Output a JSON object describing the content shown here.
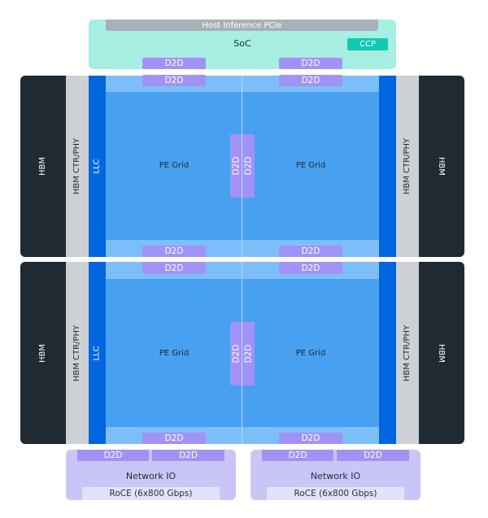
{
  "soc": {
    "pcie_label": "Host Inference PCIe",
    "label": "SoC",
    "ccp_label": "CCP",
    "d2d_left": "D2D",
    "d2d_right": "D2D"
  },
  "dies": [
    {
      "hbm_left": "HBM",
      "phy_left": "HBM CTR/PHY",
      "llc_left": "LLC",
      "pe_left": "PE Grid",
      "pe_right": "PE Grid",
      "phy_right": "HBM CTR/PHY",
      "hbm_right": "HBM",
      "d2d_top_left": "D2D",
      "d2d_top_right": "D2D",
      "d2d_bottom_left": "D2D",
      "d2d_bottom_right": "D2D",
      "d2d_center_a": "D2D",
      "d2d_center_b": "D2D"
    },
    {
      "hbm_left": "HBM",
      "phy_left": "HBM CTR/PHY",
      "llc_left": "LLC",
      "pe_left": "PE Grid",
      "pe_right": "PE Grid",
      "phy_right": "HBM CTR/PHY",
      "hbm_right": "HBM",
      "d2d_top_left": "D2D",
      "d2d_top_right": "D2D",
      "d2d_bottom_left": "D2D",
      "d2d_bottom_right": "D2D",
      "d2d_center_a": "D2D",
      "d2d_center_b": "D2D"
    }
  ],
  "network_io": [
    {
      "d2d_a": "D2D",
      "d2d_b": "D2D",
      "label": "Network IO",
      "roce": "RoCE (6x800 Gbps)"
    },
    {
      "d2d_a": "D2D",
      "d2d_b": "D2D",
      "label": "Network IO",
      "roce": "RoCE (6x800 Gbps)"
    }
  ],
  "colors": {
    "soc": "#a6efe2",
    "ccp": "#10c9b0",
    "d2d": "#a193f6",
    "hbm": "#1f2a33",
    "phy": "#cdd1d6",
    "llc": "#0166df",
    "pe_grid": "#48a0f0",
    "network_io": "#c9c6f7"
  }
}
